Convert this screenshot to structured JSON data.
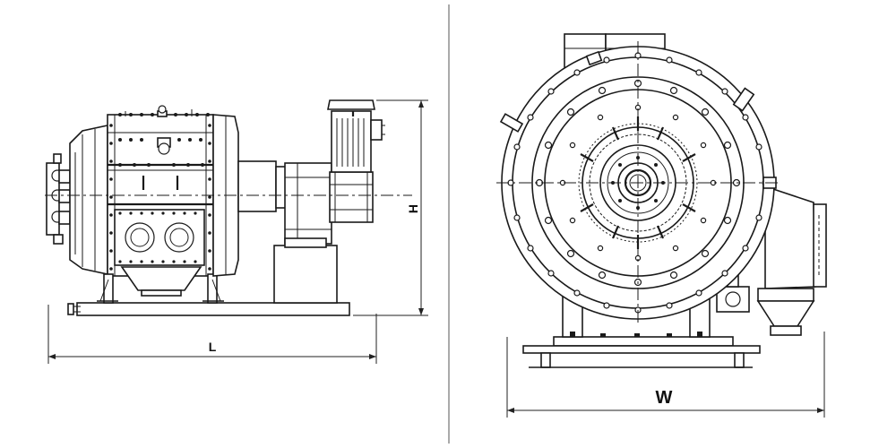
{
  "labels": {
    "length": "L",
    "height": "H",
    "width": "W"
  },
  "colors": {
    "line": "#1a1a1a",
    "background": "#ffffff",
    "divider": "#555555"
  }
}
